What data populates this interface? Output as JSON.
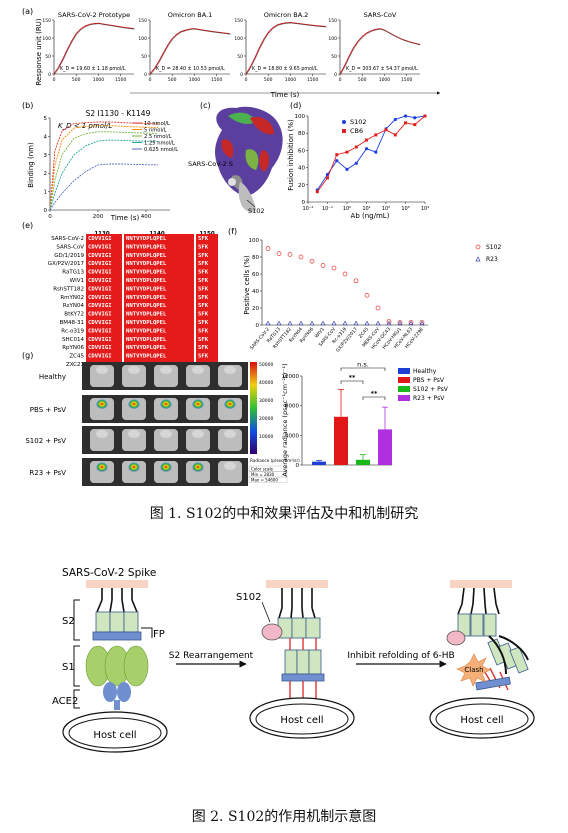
{
  "figure1": {
    "caption": "图 1. S102的中和效果评估及中和机制研究",
    "panel_a": {
      "label": "(a)",
      "ylabel": "Response unit (RU)",
      "xlabel": "Time (s)",
      "subplots": [
        {
          "title": "SARS-CoV-2 Prototype",
          "kd": "K_D = 19.60 ± 1.18 pmol/L",
          "y_ticks": [
            "0",
            "50",
            "100",
            "150"
          ],
          "x_ticks": [
            "0",
            "500",
            "1000",
            "1500"
          ]
        },
        {
          "title": "Omicron BA.1",
          "kd": "K_D = 28.40 ± 10.53 pmol/L",
          "y_ticks": [
            "0",
            "50",
            "100",
            "150"
          ],
          "x_ticks": [
            "0",
            "500",
            "1000",
            "1500"
          ]
        },
        {
          "title": "Omicron BA.2",
          "kd": "K_D = 18.80 ± 9.65 pmol/L",
          "y_ticks": [
            "0",
            "50",
            "100",
            "150"
          ],
          "x_ticks": [
            "0",
            "500",
            "1000",
            "1500"
          ]
        },
        {
          "title": "SARS-CoV",
          "kd": "K_D = 303.67 ± 54.37 pmol/L",
          "y_ticks": [
            "0",
            "50",
            "100",
            "150"
          ],
          "x_ticks": [
            "0",
            "500",
            "1000",
            "1500"
          ]
        }
      ]
    },
    "panel_b": {
      "label": "(b)",
      "title": "S2 I1130 - K1149",
      "kd": "K_D < 1 pmol/L",
      "ylabel": "Binding (nm)",
      "xlabel": "Time (s)",
      "y_ticks": [
        "0",
        "1",
        "2",
        "3",
        "4",
        "5"
      ],
      "x_ticks": [
        "0",
        "200",
        "400"
      ],
      "legend": [
        {
          "name": "10 nmol/L",
          "color": "#e53935"
        },
        {
          "name": "5 nmol/L",
          "color": "#fb8c00"
        },
        {
          "name": "2.5 nmol/L",
          "color": "#7cb342"
        },
        {
          "name": "1.25 nmol/L",
          "color": "#26a69a"
        },
        {
          "name": "0.625 nmol/L",
          "color": "#5c6bc0"
        }
      ]
    },
    "panel_c": {
      "label": "(c)",
      "labels": [
        "SARS-CoV-2 S",
        "S102"
      ]
    },
    "panel_d": {
      "label": "(d)",
      "ylabel": "Fusion inhibition (%)",
      "xlabel": "Ab (ng/mL)",
      "y_ticks": [
        "0",
        "20",
        "40",
        "60",
        "80",
        "100"
      ],
      "x_ticks": [
        "10⁻²",
        "10⁻¹",
        "10⁰",
        "10¹",
        "10²",
        "10³",
        "10⁴"
      ],
      "legend": [
        {
          "name": "S102",
          "color": "#1e40e0"
        },
        {
          "name": "CB6",
          "color": "#e02020"
        }
      ]
    },
    "panel_e": {
      "label": "(e)",
      "positions": [
        "1130",
        "1140",
        "1150"
      ],
      "strains": [
        "SARS-CoV-2",
        "SARS-CoV",
        "GD/1/2019",
        "GX/P2V/2017",
        "RaTG13",
        "WIV1",
        "RshSTT182",
        "RmYN02",
        "RsYN04",
        "BtKY72",
        "BM48-31",
        "Rc-o319",
        "SHC014",
        "RpYN06",
        "ZC45",
        "ZXC21"
      ],
      "seq_a": "CDVVIGI",
      "seq_b": "NNTVYDPLQPEL",
      "seq_c": "SFK"
    },
    "panel_f": {
      "label": "(f)",
      "ylabel": "Positive cells (%)",
      "y_ticks": [
        "0",
        "20",
        "40",
        "60",
        "80",
        "100"
      ],
      "legend": [
        {
          "name": "S102",
          "color": "#e53935"
        },
        {
          "name": "R23",
          "color": "#3949ab"
        }
      ],
      "categories": [
        "SARS-CoV-2",
        "RaTG13",
        "RshSTT182",
        "RsYN04",
        "RpYN06",
        "WIV1",
        "SARS-CoV",
        "Rc-o319",
        "GX/P2V/2017",
        "ZC45",
        "MERS-CoV",
        "HCoV-OC43",
        "HCoV-HKU1",
        "HCoV-NL63",
        "HCoV-229E"
      ]
    },
    "panel_g": {
      "label": "(g)",
      "rows": [
        "Healthy",
        "PBS + PsV",
        "S102 + PsV",
        "R23 + PsV"
      ],
      "colorbar_ticks": [
        "50000",
        "40000",
        "30000",
        "20000",
        "10000"
      ],
      "colorbar_label": "Radiance (p/sec/cm²/sr)",
      "colorscale_note": [
        "Color scale",
        "Min = 2830",
        "Max = 54600"
      ],
      "bar_ylabel": "Average radiance (psec⁻¹cm⁻²sr⁻¹)",
      "bar_y_ticks": [
        "0",
        "4000",
        "8000",
        "12000"
      ],
      "sig": [
        "n.s.",
        "**",
        "**"
      ],
      "legend": [
        {
          "name": "Healthy",
          "color": "#1e3fd6"
        },
        {
          "name": "PBS + PsV",
          "color": "#e01818"
        },
        {
          "name": "S102 + PsV",
          "color": "#18b818"
        },
        {
          "name": "R23 + PsV",
          "color": "#b030e0"
        }
      ]
    }
  },
  "figure2": {
    "caption": "图 2. S102的作用机制示意图",
    "spike_label": "SARS-CoV-2 Spike",
    "s2": "S2",
    "s1": "S1",
    "fp": "FP",
    "ace2": "ACE2",
    "host_cell": "Host cell",
    "s102": "S102",
    "step1": "S2 Rearrangement",
    "step2": "Inhibit refolding of 6-HB",
    "clash": "Clash"
  },
  "chart_data": [
    {
      "type": "line",
      "panel": "a",
      "title": "SARS-CoV-2 Prototype",
      "ylabel": "Response unit (RU)",
      "xlabel": "Time (s)",
      "xlim": [
        0,
        1800
      ],
      "ylim": [
        0,
        150
      ],
      "series": [
        {
          "x": [
            0,
            100,
            200,
            300,
            400,
            500,
            600,
            700,
            800,
            900,
            1000,
            1200,
            1400,
            1600,
            1800
          ],
          "y": [
            0,
            18,
            42,
            68,
            92,
            112,
            125,
            133,
            138,
            140,
            141,
            137,
            133,
            129,
            126
          ]
        }
      ]
    },
    {
      "type": "line",
      "panel": "a",
      "title": "Omicron BA.1",
      "xlim": [
        0,
        1800
      ],
      "ylim": [
        0,
        150
      ],
      "series": [
        {
          "x": [
            0,
            100,
            200,
            300,
            400,
            500,
            600,
            700,
            800,
            900,
            1000,
            1200,
            1400,
            1600,
            1800
          ],
          "y": [
            0,
            15,
            35,
            58,
            80,
            98,
            110,
            118,
            122,
            125,
            126,
            122,
            118,
            115,
            112
          ]
        }
      ]
    },
    {
      "type": "line",
      "panel": "a",
      "title": "Omicron BA.2",
      "xlim": [
        0,
        1800
      ],
      "ylim": [
        0,
        150
      ],
      "series": [
        {
          "x": [
            0,
            100,
            200,
            300,
            400,
            500,
            600,
            700,
            800,
            900,
            1000,
            1200,
            1400,
            1600,
            1800
          ],
          "y": [
            0,
            20,
            45,
            72,
            96,
            115,
            128,
            136,
            140,
            142,
            143,
            140,
            137,
            134,
            132
          ]
        }
      ]
    },
    {
      "type": "line",
      "panel": "a",
      "title": "SARS-CoV",
      "xlim": [
        0,
        1800
      ],
      "ylim": [
        0,
        150
      ],
      "series": [
        {
          "x": [
            0,
            100,
            200,
            300,
            400,
            500,
            600,
            700,
            800,
            900,
            1000,
            1200,
            1400,
            1600,
            1800
          ],
          "y": [
            0,
            22,
            48,
            72,
            90,
            104,
            114,
            120,
            124,
            126,
            122,
            108,
            96,
            88,
            82
          ]
        }
      ]
    },
    {
      "type": "line",
      "panel": "b",
      "title": "S2 I1130 - K1149",
      "xlabel": "Time (s)",
      "ylabel": "Binding (nm)",
      "xlim": [
        0,
        500
      ],
      "ylim": [
        0,
        5
      ],
      "series": [
        {
          "name": "10 nmol/L",
          "x": [
            0,
            20,
            50,
            100,
            150,
            200,
            250,
            300,
            350,
            400,
            450
          ],
          "y": [
            0,
            3.2,
            4.3,
            4.7,
            4.75,
            4.78,
            4.78,
            4.75,
            4.72,
            4.7,
            4.68
          ]
        },
        {
          "name": "5 nmol/L",
          "x": [
            0,
            20,
            50,
            100,
            150,
            200,
            250,
            300,
            350,
            400,
            450
          ],
          "y": [
            0,
            2.4,
            3.8,
            4.45,
            4.55,
            4.58,
            4.58,
            4.55,
            4.52,
            4.5,
            4.48
          ]
        },
        {
          "name": "2.5 nmol/L",
          "x": [
            0,
            20,
            50,
            100,
            150,
            200,
            250,
            300,
            350,
            400,
            450
          ],
          "y": [
            0,
            1.6,
            3.0,
            3.9,
            4.15,
            4.25,
            4.25,
            4.22,
            4.2,
            4.18,
            4.16
          ]
        },
        {
          "name": "1.25 nmol/L",
          "x": [
            0,
            20,
            50,
            100,
            150,
            200,
            250,
            300,
            350,
            400,
            450
          ],
          "y": [
            0,
            0.9,
            2.0,
            3.0,
            3.5,
            3.75,
            3.8,
            3.78,
            3.76,
            3.74,
            3.72
          ]
        },
        {
          "name": "0.625 nmol/L",
          "x": [
            0,
            20,
            50,
            100,
            150,
            200,
            250,
            300,
            350,
            400,
            450
          ],
          "y": [
            0,
            0.4,
            0.9,
            1.6,
            2.1,
            2.45,
            2.5,
            2.5,
            2.48,
            2.46,
            2.45
          ]
        }
      ]
    },
    {
      "type": "line",
      "panel": "d",
      "xlabel": "Ab (ng/mL)",
      "ylabel": "Fusion inhibition (%)",
      "xscale": "log",
      "ylim": [
        0,
        100
      ],
      "series": [
        {
          "name": "S102",
          "x": [
            0.03,
            0.1,
            0.3,
            1,
            3,
            10,
            30,
            100,
            300,
            1000,
            3000,
            10000
          ],
          "y": [
            14,
            32,
            48,
            38,
            45,
            62,
            58,
            85,
            96,
            100,
            98,
            100
          ]
        },
        {
          "name": "CB6",
          "x": [
            0.03,
            0.1,
            0.3,
            1,
            3,
            10,
            30,
            100,
            300,
            1000,
            3000,
            10000
          ],
          "y": [
            12,
            28,
            55,
            58,
            64,
            72,
            78,
            84,
            78,
            92,
            90,
            100
          ]
        }
      ]
    },
    {
      "type": "scatter",
      "panel": "f",
      "ylabel": "Positive cells (%)",
      "ylim": [
        0,
        100
      ],
      "categories": [
        "SARS-CoV-2",
        "RaTG13",
        "RshSTT182",
        "RsYN04",
        "RpYN06",
        "WIV1",
        "SARS-CoV",
        "Rc-o319",
        "GX/P2V/2017",
        "ZC45",
        "MERS-CoV",
        "HCoV-OC43",
        "HCoV-HKU1",
        "HCoV-NL63",
        "HCoV-229E"
      ],
      "series": [
        {
          "name": "S102",
          "values": [
            90,
            84,
            83,
            80,
            75,
            70,
            67,
            60,
            52,
            35,
            20,
            4,
            3,
            3,
            3
          ]
        },
        {
          "name": "R23",
          "values": [
            2,
            2,
            2,
            2,
            2,
            2,
            2,
            2,
            2,
            2,
            2,
            2,
            2,
            2,
            2
          ]
        }
      ]
    },
    {
      "type": "bar",
      "panel": "g",
      "ylabel": "Average radiance (psec⁻¹cm⁻²sr⁻¹)",
      "ylim": [
        0,
        12000
      ],
      "categories": [
        "Healthy",
        "PBS + PsV",
        "S102 + PsV",
        "R23 + PsV"
      ],
      "values": [
        450,
        6500,
        700,
        4800
      ],
      "errors": [
        150,
        3700,
        700,
        3000
      ]
    }
  ]
}
